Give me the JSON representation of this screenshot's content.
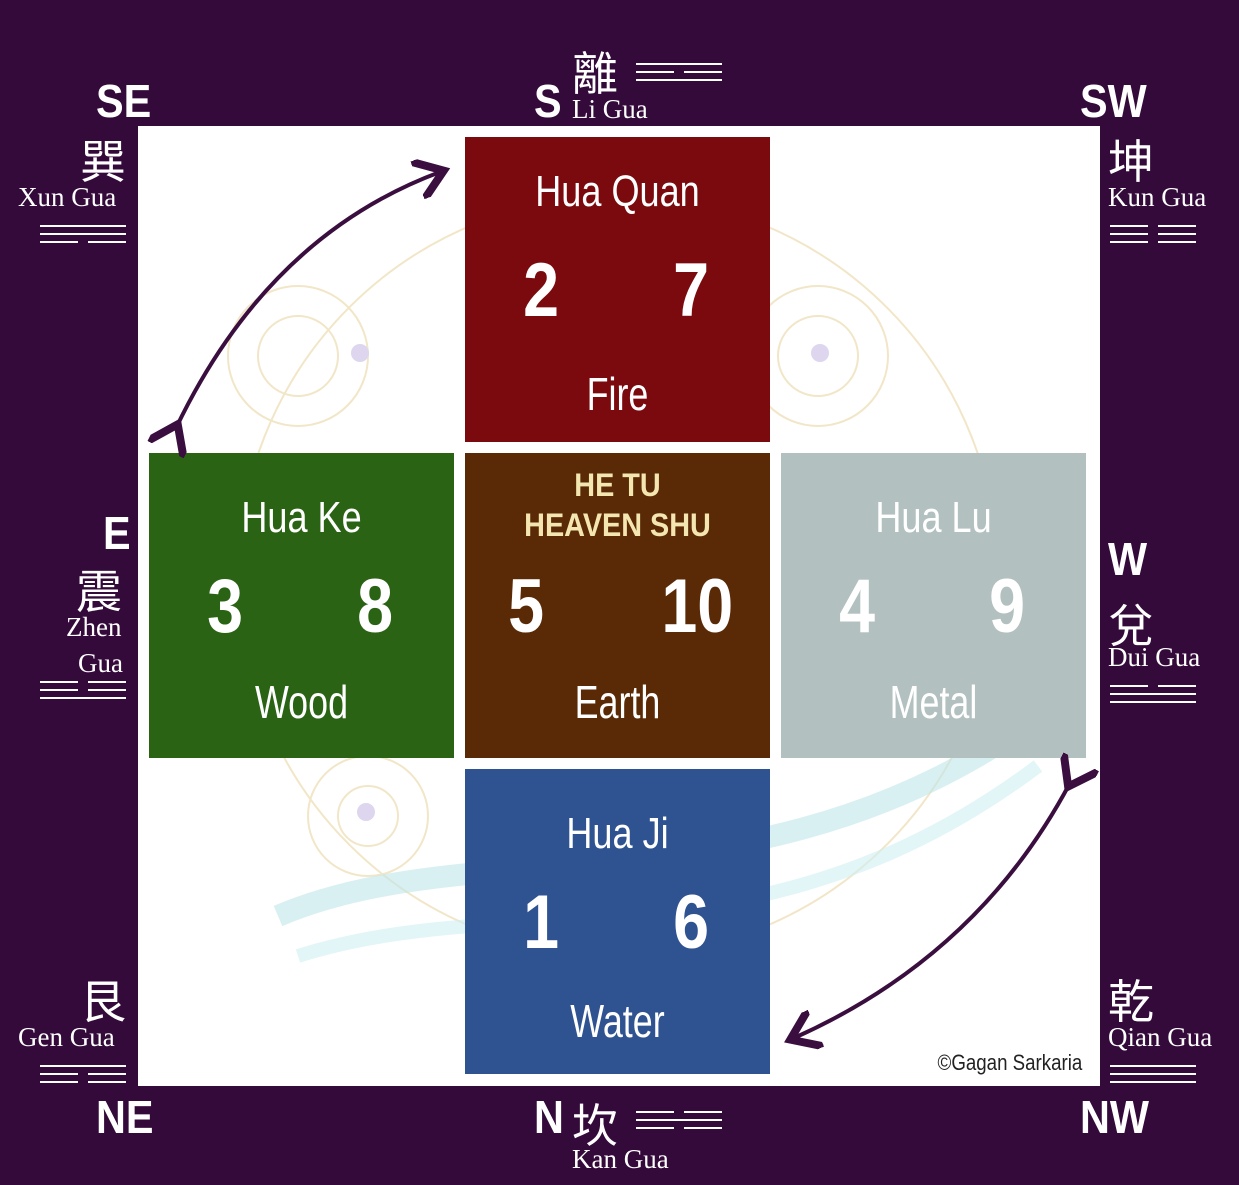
{
  "directions": {
    "se": "SE",
    "s": "S",
    "sw": "SW",
    "e": "E",
    "w": "W",
    "ne": "NE",
    "n": "N",
    "nw": "NW"
  },
  "trigrams": {
    "xun": {
      "char": "巽",
      "name": "Xun Gua"
    },
    "li": {
      "char": "離",
      "name": "Li Gua"
    },
    "kun": {
      "char": "坤",
      "name": "Kun Gua"
    },
    "zhen": {
      "char": "震",
      "name_line1": "Zhen",
      "name_line2": "Gua"
    },
    "dui": {
      "char": "兌",
      "name": "Dui Gua"
    },
    "gen": {
      "char": "艮",
      "name": "Gen Gua"
    },
    "kan": {
      "char": "坎",
      "name": "Kan Gua"
    },
    "qian": {
      "char": "乾",
      "name": "Qian Gua"
    }
  },
  "cells": {
    "south": {
      "title": "Hua Quan",
      "num_a": "2",
      "num_b": "7",
      "element": "Fire",
      "color": "#7a0a0e"
    },
    "east": {
      "title": "Hua Ke",
      "num_a": "3",
      "num_b": "8",
      "element": "Wood",
      "color": "#2a6313"
    },
    "center": {
      "title_line1": "HE TU",
      "title_line2": "HEAVEN SHU",
      "num_a": "5",
      "num_b": "10",
      "element": "Earth",
      "color": "#5a2a06"
    },
    "west": {
      "title": "Hua Lu",
      "num_a": "4",
      "num_b": "9",
      "element": "Metal",
      "color": "#b3c0c0"
    },
    "north": {
      "title": "Hua Ji",
      "num_a": "1",
      "num_b": "6",
      "element": "Water",
      "color": "#2f5290"
    }
  },
  "copyright": "©Gagan Sarkaria",
  "colors": {
    "frame": "#330a3a",
    "arrow": "#3a0f3f"
  }
}
